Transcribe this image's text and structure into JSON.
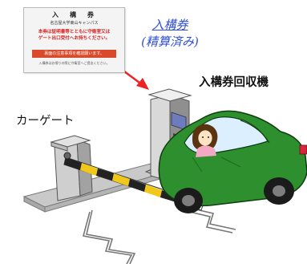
{
  "ticket": {
    "title": "入　構　券",
    "subtitle": "名古屋大学東山キャンパス",
    "body_line1": "本券は証明書等とともに守衛室又は",
    "body_line2": "ゲート出口受付へお持ちください。",
    "note": "裏面の注意事項を確認願います。",
    "footer": "入構券はお帰りの際に守衛室へご提出ください。"
  },
  "ticket_label": {
    "line1": "入構券",
    "line2": "(精算済み)"
  },
  "labels": {
    "ticket_machine": "入構券回収機",
    "car_gate": "カーゲート"
  },
  "colors": {
    "ticket_label_blue": "#2f4fd4",
    "arrow_red": "#ee2222",
    "car_green": "#2d8f2d",
    "machine_gray": "#8e8e8e"
  }
}
